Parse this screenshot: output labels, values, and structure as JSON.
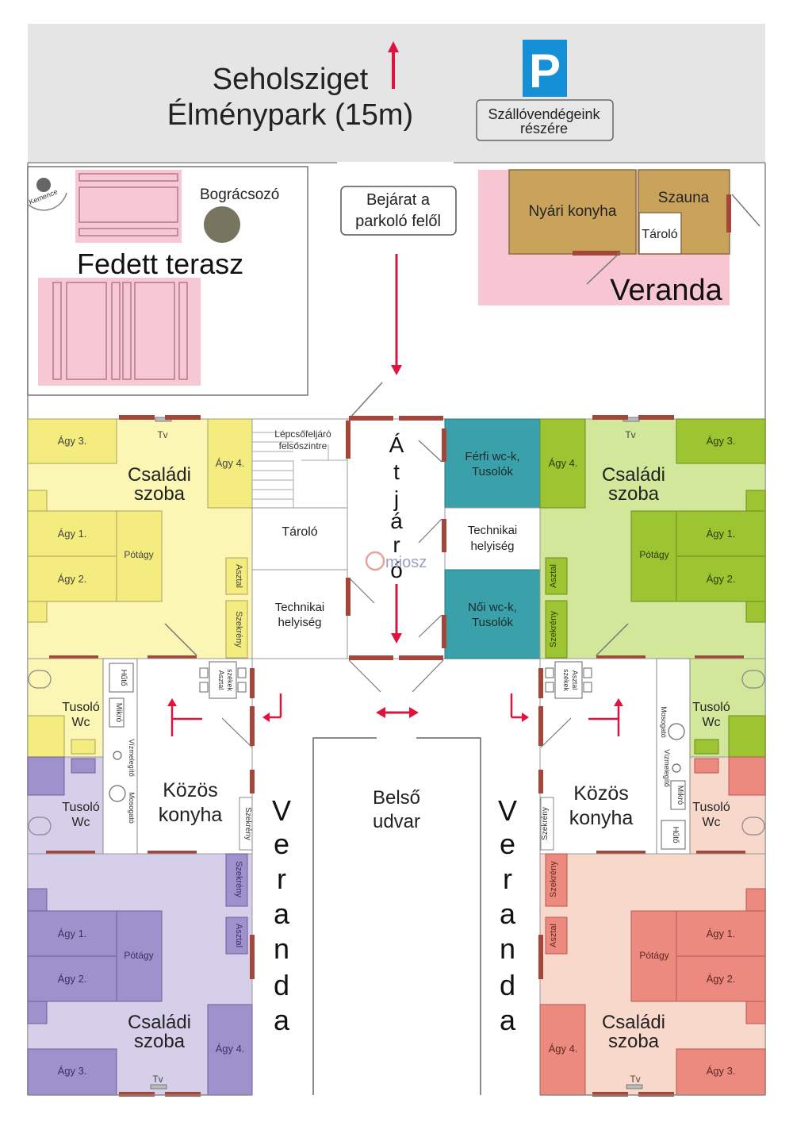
{
  "top": {
    "park_line1": "Seholsziget",
    "park_line2": "Élménypark (15m)",
    "parking_symbol": "P",
    "parking_line1": "Szállóvendégeink",
    "parking_line2": "részére"
  },
  "terrace": {
    "kemence": "Kemence",
    "bogracs": "Bográcsozó",
    "title": "Fedett terasz"
  },
  "entrance": {
    "line1": "Bejárat a",
    "line2": "parkoló felől"
  },
  "summer": {
    "kitchen": "Nyári konyha",
    "sauna": "Szauna",
    "storage": "Tároló",
    "veranda": "Veranda"
  },
  "center": {
    "stairs_line1": "Lépcsőfeljáró",
    "stairs_line2": "felsőszintre",
    "storage": "Tároló",
    "tech_line1": "Technikai",
    "tech_line2": "helyiség",
    "passage": [
      "Á",
      "t",
      "j",
      "á",
      "r",
      "ó"
    ],
    "mens_line1": "Férfi wc-k,",
    "mens_line2": "Tusolók",
    "tech2_line1": "Technikai",
    "tech2_line2": "helyiség",
    "womens_line1": "Női wc-k,",
    "womens_line2": "Tusolók",
    "watermark": "miosz"
  },
  "room": {
    "family_line1": "Családi",
    "family_line2": "szoba",
    "bed1": "Ágy 1.",
    "bed2": "Ágy 2.",
    "bed3": "Ágy 3.",
    "bed4": "Ágy 4.",
    "extra_bed": "Pótágy",
    "tv": "Tv",
    "table": "Asztal",
    "wardrobe": "Szekrény",
    "shower": "Tusoló",
    "wc": "Wc"
  },
  "kitchen": {
    "line1": "Közös",
    "line2": "konyha",
    "fridge": "Hűtő",
    "micro": "Mikró",
    "water_heater": "Vízmelegítő",
    "sink": "Mosogató",
    "wardrobe": "Szekrény",
    "table_chairs_1": "Asztal",
    "table_chairs_2": "székek"
  },
  "yard": {
    "veranda_letters": [
      "V",
      "e",
      "r",
      "a",
      "n",
      "d",
      "a"
    ],
    "inner_line1": "Belső",
    "inner_line2": "udvar"
  },
  "colors": {
    "yellow_room": "#fbf6b4",
    "yellow_furniture": "#f5ec7f",
    "green_room": "#d2e79a",
    "green_furniture": "#9dc431",
    "purple_room": "#d6cfe9",
    "purple_furniture": "#9f91cc",
    "salmon_room": "#f9d8cc",
    "salmon_furniture": "#ec8a80",
    "teal": "#3aa0a9",
    "tan": "#c8a35c",
    "pink": "#f7c6d2",
    "door": "#a4473b",
    "arrow": "#e0123e"
  }
}
